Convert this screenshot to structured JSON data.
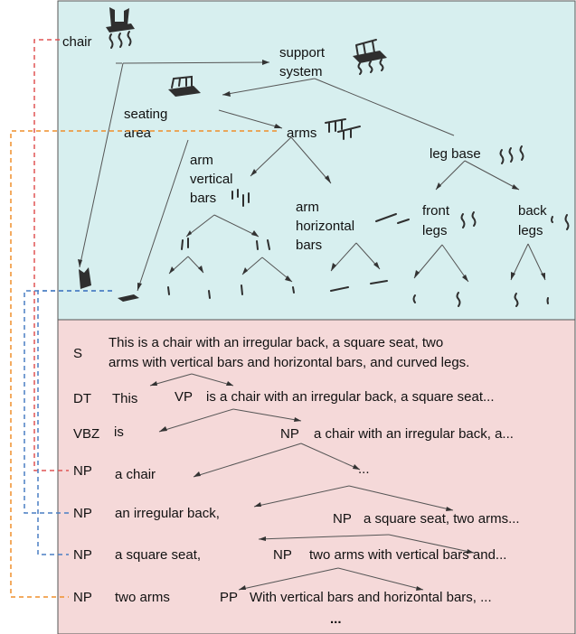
{
  "colors": {
    "top_panel": "#d7efef",
    "bottom_panel": "#f5d9d9",
    "link_red": "#e05555",
    "link_blue": "#4a7fc4",
    "link_orange": "#ef8f2c"
  },
  "part_tree": {
    "chair": "chair",
    "support_1": "support",
    "support_2": "system",
    "seating_1": "seating",
    "seating_2": "area",
    "arms": "arms",
    "leg_base": "leg base",
    "arm_vertical_1": "arm",
    "arm_vertical_2": "vertical",
    "arm_vertical_3": "bars",
    "arm_horizontal_1": "arm",
    "arm_horizontal_2": "horizontal",
    "arm_horizontal_3": "bars",
    "front_legs_1": "front",
    "front_legs_2": "legs",
    "back_legs_1": "back",
    "back_legs_2": "legs"
  },
  "parse_tree": {
    "s_tag": "S",
    "s_line1": "This is a chair with an irregular back, a square seat, two",
    "s_line2": "arms with vertical bars and horizontal bars, and curved legs.",
    "dt_tag": "DT",
    "dt_text": "This",
    "vp_tag": "VP",
    "vp_text": "is a chair with an irregular back, a square seat...",
    "vbz_tag": "VBZ",
    "vbz_text": "is",
    "np1_tag": "NP",
    "np1_text": "a chair with an irregular back, a...",
    "np1_ellipsis": "...",
    "np_chair_tag": "NP",
    "np_chair_text": "a chair",
    "np_back_tag": "NP",
    "np_back_text": "an irregular back,",
    "np_seat_tag": "NP",
    "np_seat_text": "a square seat, two arms...",
    "np_seat2_tag": "NP",
    "np_seat2_text": "a square seat,",
    "np_arms_tag": "NP",
    "np_arms_text": "two arms with vertical bars and...",
    "np_arms2_tag": "NP",
    "np_arms2_text": "two arms",
    "pp_tag": "PP",
    "pp_text": "With vertical bars and horizontal bars, ...",
    "final_ellipsis": "..."
  }
}
